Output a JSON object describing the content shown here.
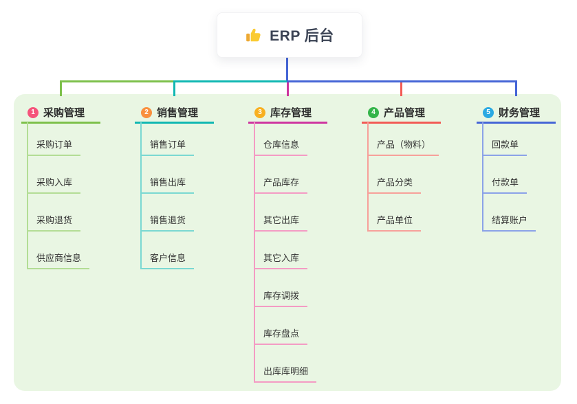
{
  "root": {
    "title": "ERP 后台",
    "icon": "thumbs-up"
  },
  "branches": [
    {
      "badge": "1",
      "label": "采购管理",
      "badge_color": "#F5537B",
      "line_color": "#7DC04B",
      "child_line_color": "#B3DD95",
      "children": [
        "采购订单",
        "采购入库",
        "采购退货",
        "供应商信息"
      ]
    },
    {
      "badge": "2",
      "label": "销售管理",
      "badge_color": "#F9903E",
      "line_color": "#10B7B2",
      "child_line_color": "#7AD8D2",
      "children": [
        "销售订单",
        "销售出库",
        "销售退货",
        "客户信息"
      ]
    },
    {
      "badge": "3",
      "label": "库存管理",
      "badge_color": "#F8B021",
      "line_color": "#CE35A0",
      "child_line_color": "#F49BC4",
      "children": [
        "仓库信息",
        "产品库存",
        "其它出库",
        "其它入库",
        "库存调拨",
        "库存盘点",
        "出库库明细"
      ]
    },
    {
      "badge": "4",
      "label": "产品管理",
      "badge_color": "#34B44A",
      "line_color": "#F25B55",
      "child_line_color": "#F7A09A",
      "children": [
        "产品（物料）",
        "产品分类",
        "产品单位"
      ]
    },
    {
      "badge": "5",
      "label": "财务管理",
      "badge_color": "#2BA9E2",
      "line_color": "#4565D6",
      "child_line_color": "#8BA2E8",
      "children": [
        "回款单",
        "付款单",
        "结算账户"
      ]
    }
  ],
  "colors": {
    "panel_background": "#E9F6E3",
    "root_connector": "#4565D6",
    "text": "#2d2d2d"
  }
}
